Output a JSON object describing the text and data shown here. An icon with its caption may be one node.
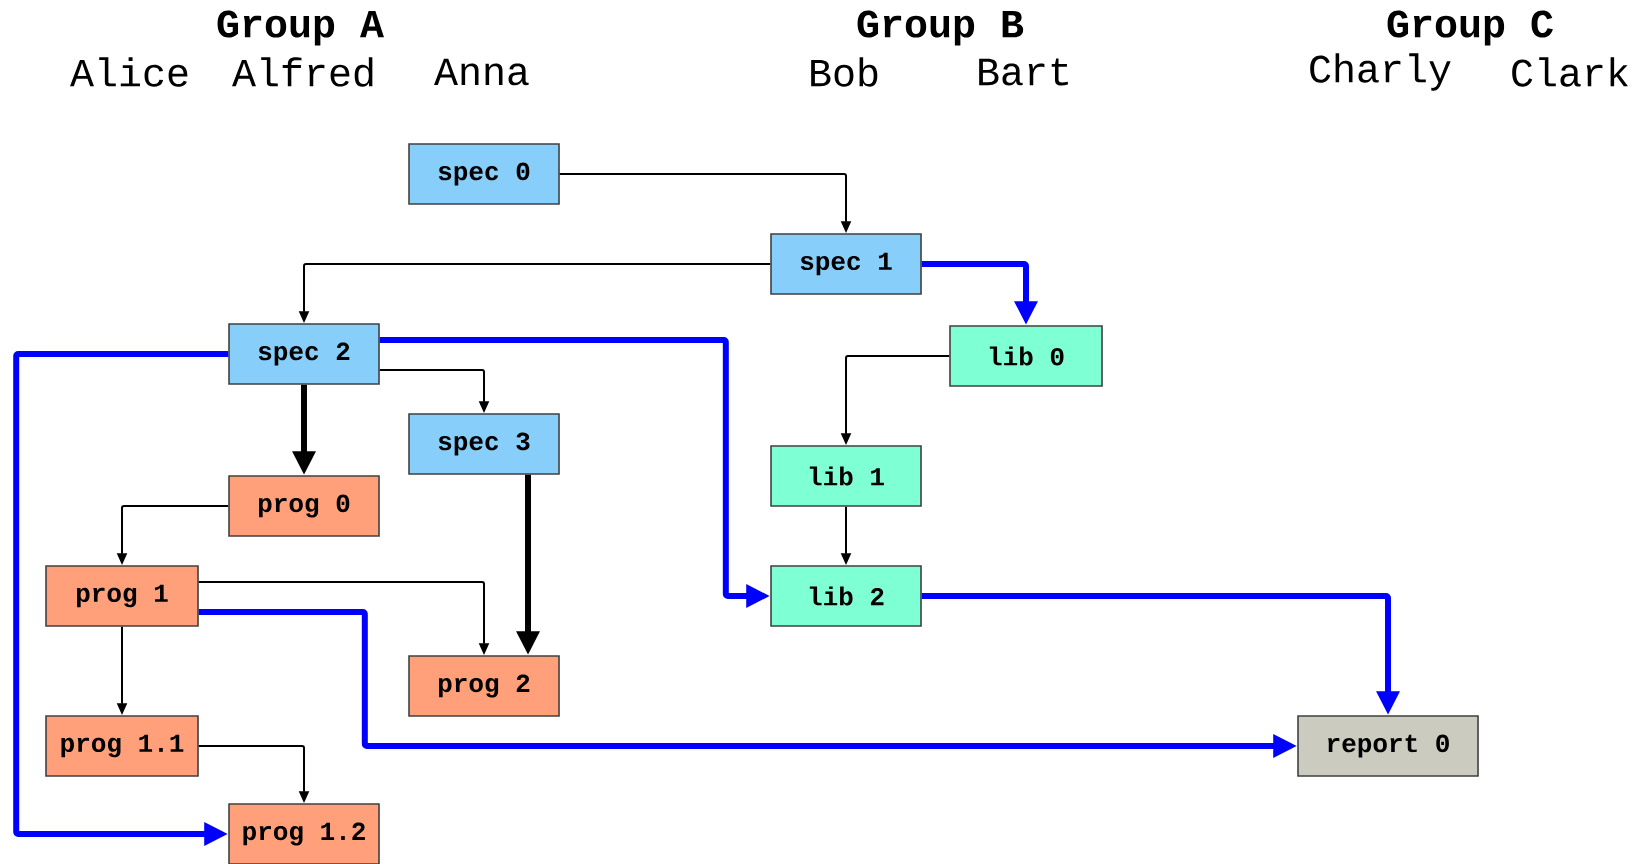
{
  "diagram": {
    "nodes": [
      {
        "text": [
          "spec 0"
        ]
      },
      {
        "text": [
          "spec 1"
        ]
      },
      {
        "text": [
          "spec 2"
        ]
      },
      {
        "text": [
          "lib 0"
        ]
      },
      {
        "text": [
          "spec 3"
        ]
      },
      {
        "text": [
          "prog 0"
        ]
      },
      {
        "text": [
          "lib 1"
        ]
      },
      {
        "text": [
          "prog 1"
        ]
      },
      {
        "text": [
          "lib 2"
        ]
      },
      {
        "text": [
          "prog 2"
        ]
      },
      {
        "text": [
          "prog 1.1"
        ]
      },
      {
        "text": [
          "report 0"
        ]
      },
      {
        "text": [
          "prog 1.2"
        ]
      }
    ],
    "edges": [
      {
        "from": 0,
        "to": 1,
        "arrow": "to"
      },
      {
        "from": 1,
        "to": 2,
        "arrow": "to"
      },
      {
        "from": 1,
        "to": 3,
        "arrow": "to",
        "style": "thick",
        "color": "#0000ff"
      },
      {
        "from": 2,
        "to": 12,
        "arrow": "to",
        "style": "thick",
        "color": "#0000ff"
      },
      {
        "from": 2,
        "to": 8,
        "arrow": "to",
        "style": "thick",
        "color": "#0000ff"
      },
      {
        "from": 2,
        "to": 4,
        "arrow": "to"
      },
      {
        "from": 2,
        "to": 5,
        "arrow": "to",
        "style": "thick"
      },
      {
        "from": 4,
        "to": 9,
        "arrow": "to",
        "style": "thick"
      },
      {
        "from": 3,
        "to": 6,
        "arrow": "to"
      },
      {
        "from": 6,
        "to": 8,
        "arrow": "to"
      },
      {
        "from": 5,
        "to": 7,
        "arrow": "to"
      },
      {
        "from": 7,
        "to": 9,
        "arrow": "to"
      },
      {
        "from": 7,
        "to": 11,
        "arrow": "to",
        "style": "thick",
        "color": "#0000ff"
      },
      {
        "from": 7,
        "to": 10,
        "arrow": "to"
      },
      {
        "from": 10,
        "to": 12,
        "arrow": "to"
      },
      {
        "from": 8,
        "to": 11,
        "arrow": "to",
        "style": "thick",
        "color": "#0000ff"
      }
    ],
    "labels": [
      "Group A",
      "Alice",
      "Alfred",
      "Anna",
      "Group B",
      "Bob",
      "Bart",
      "Group C",
      "Charly",
      "Clark"
    ]
  }
}
